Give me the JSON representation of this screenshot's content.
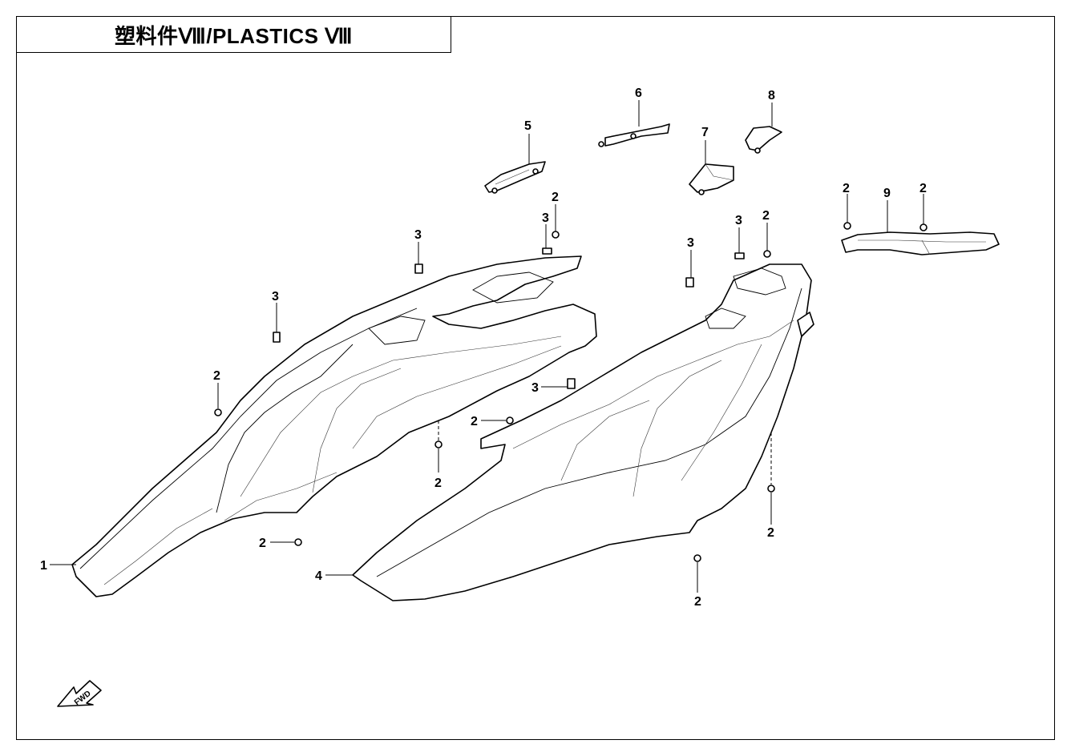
{
  "title": "塑料件Ⅷ/PLASTICS Ⅷ",
  "callouts": [
    {
      "id": "c1",
      "label": "1"
    },
    {
      "id": "c4",
      "label": "4"
    },
    {
      "id": "c5",
      "label": "5"
    },
    {
      "id": "c6",
      "label": "6"
    },
    {
      "id": "c7",
      "label": "7"
    },
    {
      "id": "c8",
      "label": "8"
    },
    {
      "id": "c9",
      "label": "9"
    },
    {
      "id": "c2a",
      "label": "2"
    },
    {
      "id": "c2b",
      "label": "2"
    },
    {
      "id": "c2c",
      "label": "2"
    },
    {
      "id": "c2d",
      "label": "2"
    },
    {
      "id": "c2e",
      "label": "2"
    },
    {
      "id": "c2f",
      "label": "2"
    },
    {
      "id": "c2g",
      "label": "2"
    },
    {
      "id": "c2h",
      "label": "2"
    },
    {
      "id": "c2i",
      "label": "2"
    },
    {
      "id": "c2j",
      "label": "2"
    },
    {
      "id": "c3a",
      "label": "3"
    },
    {
      "id": "c3b",
      "label": "3"
    },
    {
      "id": "c3c",
      "label": "3"
    },
    {
      "id": "c3d",
      "label": "3"
    },
    {
      "id": "c3e",
      "label": "3"
    },
    {
      "id": "c3f",
      "label": "3"
    }
  ],
  "fwd_label": "FWD"
}
